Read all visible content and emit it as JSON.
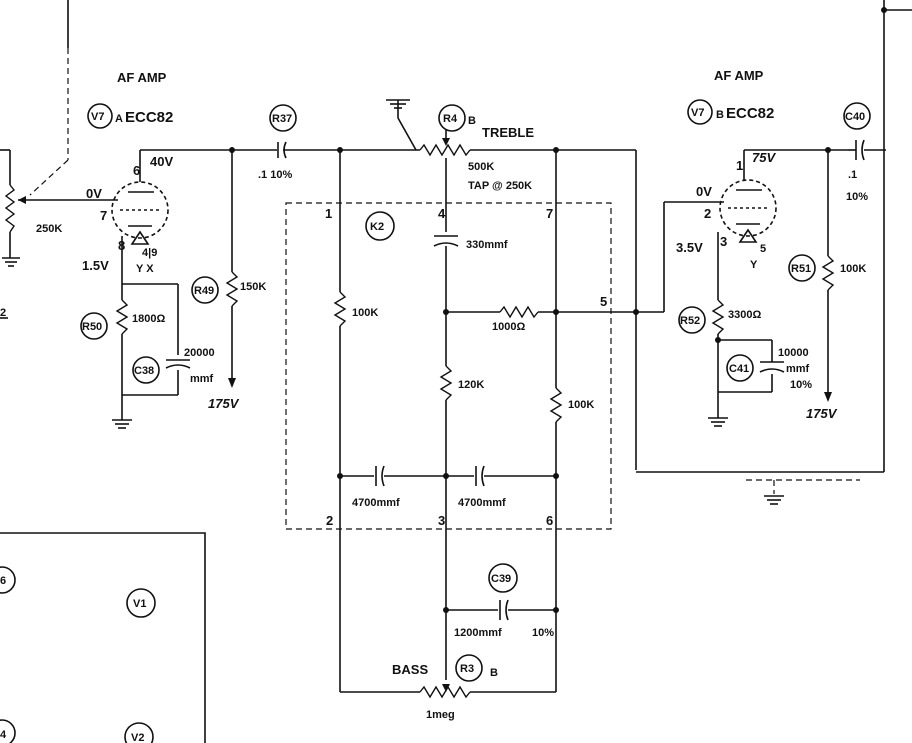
{
  "left_stage": {
    "title": "AF AMP",
    "tube_ref": "V7",
    "tube_section": "A",
    "tube_type": "ECC82",
    "plate_voltage": "40V",
    "grid_voltage": "0V",
    "cathode_voltage": "1.5V",
    "pin_plate": "6",
    "pin_grid": "7",
    "pin_cathode": "8",
    "heater_pins": "4|9",
    "heater_xy": "Y X",
    "pot_value": "250K",
    "r50": {
      "ref": "R50",
      "value": "1800Ω"
    },
    "c38": {
      "ref": "C38",
      "value1": "20000",
      "value2": "mmf"
    },
    "r49": {
      "ref": "R49",
      "value": "150K",
      "supply": "175V"
    },
    "r37": {
      "ref": "R37",
      "value": ".1 10%"
    }
  },
  "tone_network": {
    "k2": "K2",
    "pin1": "1",
    "pin2": "2",
    "pin3": "3",
    "pin4": "4",
    "pin5": "5",
    "pin6": "6",
    "pin7": "7",
    "r4": {
      "ref": "R4",
      "suffix": "B",
      "name": "TREBLE",
      "value": "500K",
      "tap": "TAP @ 250K"
    },
    "c_330": "330mmf",
    "r_100k_left": "100K",
    "r_1000": "1000Ω",
    "r_120k": "120K",
    "r_100k_right": "100K",
    "c_4700_left": "4700mmf",
    "c_4700_right": "4700mmf",
    "c39": {
      "ref": "C39",
      "value": "1200mmf",
      "tol": "10%"
    },
    "r3": {
      "ref": "R3",
      "suffix": "B",
      "name": "BASS",
      "value": "1meg"
    }
  },
  "right_stage": {
    "title": "AF AMP",
    "tube_ref": "V7",
    "tube_section": "B",
    "tube_type": "ECC82",
    "plate_voltage": "75V",
    "grid_voltage": "0V",
    "cathode_voltage": "3.5V",
    "pin_plate": "1",
    "pin_grid": "2",
    "pin_cathode": "3",
    "heater_pin": "5",
    "heater_y": "Y",
    "r52": {
      "ref": "R52",
      "value": "3300Ω"
    },
    "c41": {
      "ref": "C41",
      "value1": "10000",
      "value2": "mmf",
      "value3": "10%"
    },
    "r51": {
      "ref": "R51",
      "value": "100K",
      "supply": "175V"
    },
    "c40": {
      "ref": "C40",
      "value1": ".1",
      "value2": "10%"
    },
    "supply_left": "175V"
  },
  "chassis": {
    "v1": "V1",
    "v2": "V2",
    "edge_top": "6",
    "edge_bottom": "4",
    "edge_mark": "2"
  }
}
